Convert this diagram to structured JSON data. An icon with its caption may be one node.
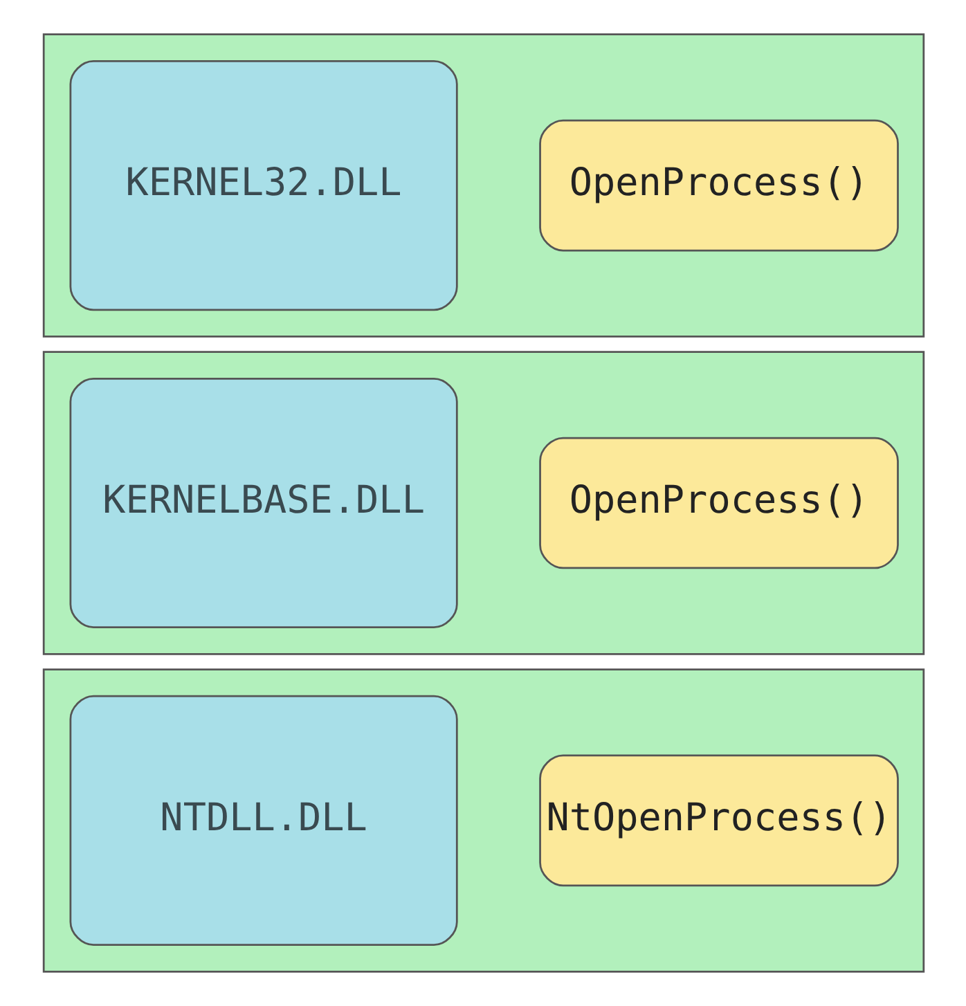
{
  "diagram": {
    "nodes": [
      {
        "text": [],
        "shape": "box"
      },
      {
        "text": [
          "KERNEL32.DLL"
        ],
        "in": 0
      },
      {
        "text": [
          "OpenProcess()"
        ],
        "in": 0
      },
      {
        "text": [],
        "shape": "box"
      },
      {
        "text": [
          "KERNELBASE.DLL"
        ],
        "in": 3
      },
      {
        "text": [
          "OpenProcess()"
        ],
        "in": 3
      },
      {
        "text": [],
        "shape": "box"
      },
      {
        "text": [
          "NTDLL.DLL"
        ],
        "in": 6
      },
      {
        "text": [
          "NtOpenProcess()"
        ],
        "in": 6
      }
    ],
    "edges": []
  }
}
